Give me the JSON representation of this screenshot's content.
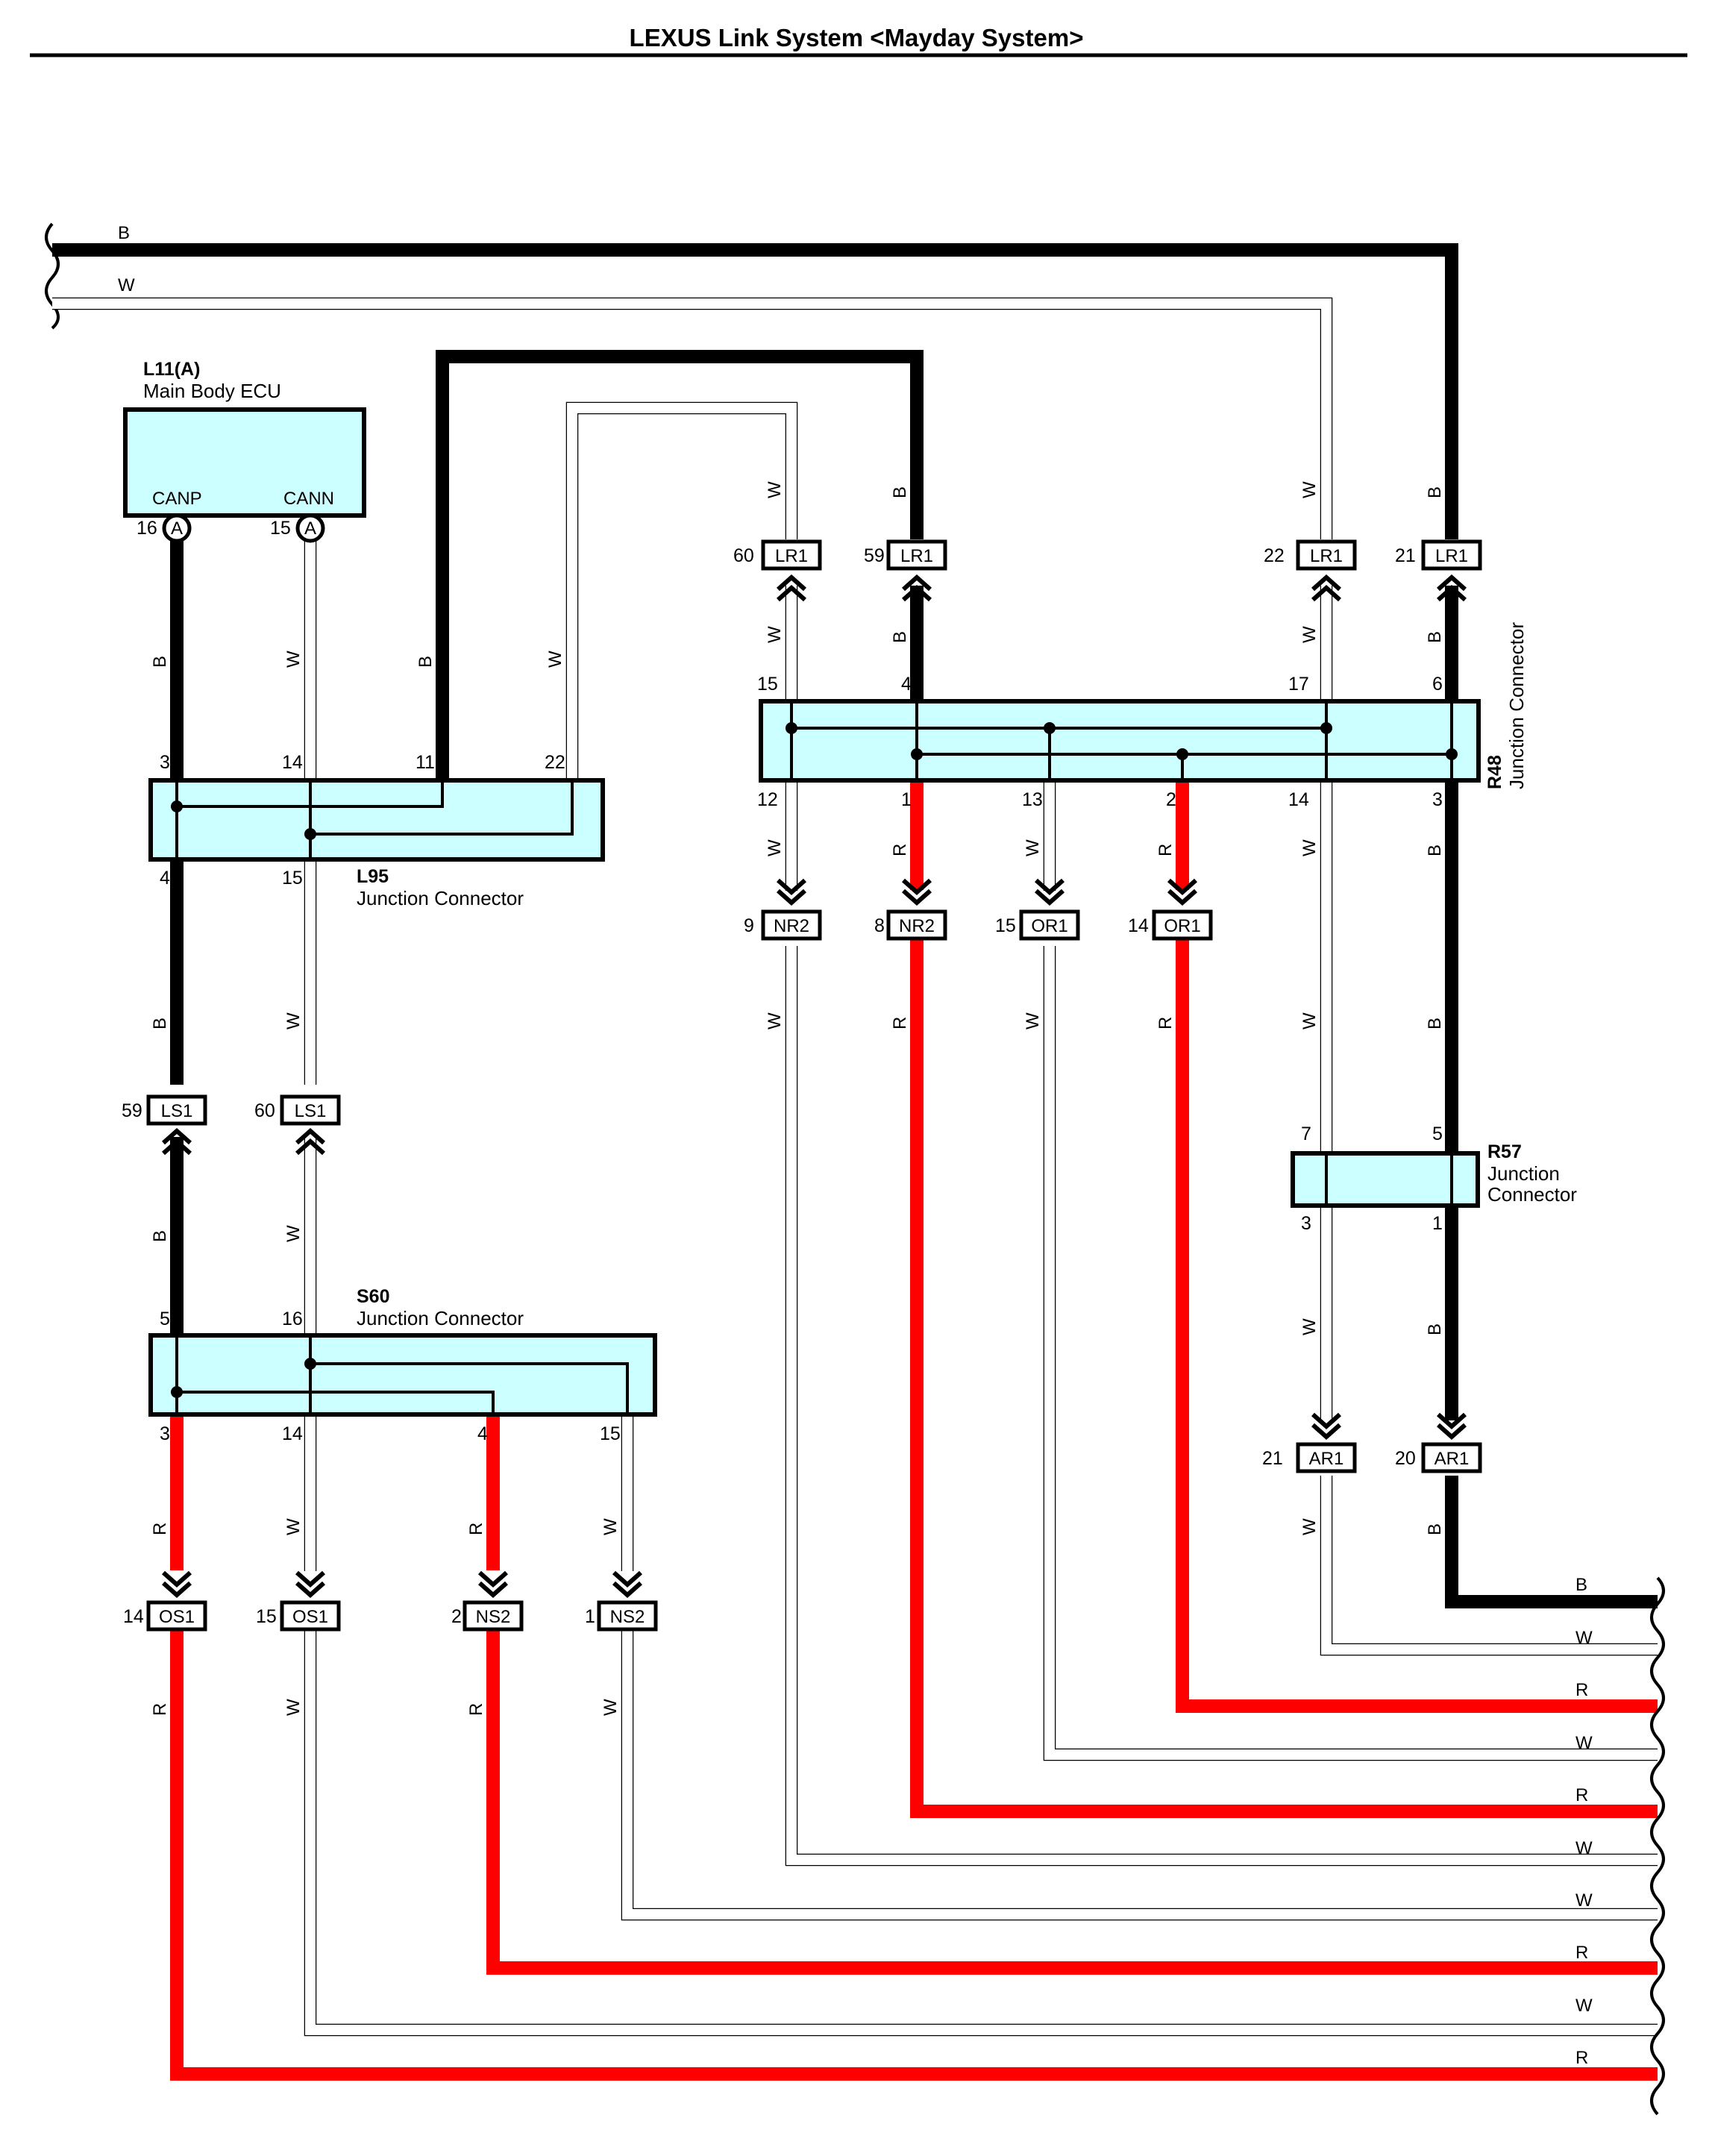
{
  "title": "LEXUS Link System <Mayday System>",
  "components": {
    "l11": {
      "name": "L11(A)",
      "desc": "Main Body ECU",
      "canp": "CANP",
      "cann": "CANN",
      "pin_canp": "16",
      "pin_cann": "15",
      "tag": "A"
    },
    "l95": {
      "name": "L95",
      "desc": "Junction Connector"
    },
    "s60": {
      "name": "S60",
      "desc": "Junction Connector"
    },
    "r48": {
      "name": "R48",
      "desc": "Junction Connector"
    },
    "r57": {
      "name": "R57",
      "desc1": "Junction",
      "desc2": "Connector"
    }
  },
  "connectors": {
    "lr1": "LR1",
    "nr2": "NR2",
    "or1": "OR1",
    "ls1": "LS1",
    "os1": "OS1",
    "ns2": "NS2",
    "ar1": "AR1"
  },
  "pins": {
    "lr1_60": "60",
    "lr1_59": "59",
    "lr1_22": "22",
    "lr1_21": "21",
    "r48_15": "15",
    "r48_4": "4",
    "r48_17": "17",
    "r48_6": "6",
    "r48_12": "12",
    "r48_1": "1",
    "r48_13": "13",
    "r48_2": "2",
    "r48_14": "14",
    "r48_3": "3",
    "nr2_9": "9",
    "nr2_8": "8",
    "or1_15": "15",
    "or1_14": "14",
    "l95_3": "3",
    "l95_14": "14",
    "l95_11": "11",
    "l95_22": "22",
    "l95_4": "4",
    "l95_15": "15",
    "ls1_59": "59",
    "ls1_60": "60",
    "s60_5": "5",
    "s60_16": "16",
    "s60_3": "3",
    "s60_14": "14",
    "s60_4": "4",
    "s60_15": "15",
    "os1_14": "14",
    "os1_15": "15",
    "ns2_2": "2",
    "ns2_1": "1",
    "r57_7": "7",
    "r57_5": "5",
    "r57_3": "3",
    "r57_1": "1",
    "ar1_21": "21",
    "ar1_20": "20"
  },
  "wire_colors": {
    "black": "B",
    "white": "W",
    "red": "R"
  },
  "colors": {
    "black_wire": "#000000",
    "red_wire": "#ff0000",
    "white_wire": "#ffffff",
    "connector_fill": "#ccffff"
  }
}
